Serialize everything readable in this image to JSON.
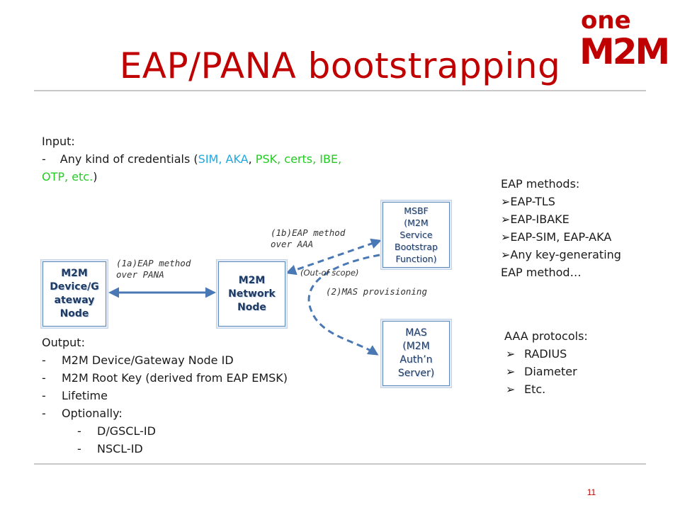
{
  "title": "EAP/PANA bootstrapping",
  "page_number": "11",
  "logo": {
    "text_top": "one",
    "text_bottom": "M2M"
  },
  "colors": {
    "title": "#c00000",
    "box_border": "#5b86b8",
    "arrow": "#4a78b5",
    "cyan": "#22a8e0",
    "green": "#22cc22"
  },
  "input": {
    "heading": "Input:",
    "dash": "-",
    "prefix": "Any kind of credentials (",
    "cred_cyan": "SIM, AKA",
    "comma": ", ",
    "cred_green_1": "PSK, certs, IBE,",
    "cred_green_2": "OTP, etc.",
    "suffix": ")"
  },
  "eap_methods": {
    "heading": "EAP methods:",
    "items": [
      "EAP-TLS",
      "EAP-IBAKE",
      "EAP-SIM, EAP-AKA",
      "Any key-generating"
    ],
    "tail": "EAP method…"
  },
  "aaa": {
    "heading": "AAA protocols:",
    "items": [
      "RADIUS",
      "Diameter",
      "Etc."
    ]
  },
  "output": {
    "heading": "Output:",
    "items": [
      "M2M Device/Gateway Node ID",
      "M2M Root Key (derived from EAP EMSK)",
      "Lifetime",
      "Optionally:"
    ],
    "subitems": [
      "D/GSCL-ID",
      "NSCL-ID"
    ]
  },
  "nodes": {
    "device": {
      "lines": [
        "M2M",
        "Device/G",
        "ateway",
        "Node"
      ]
    },
    "network": {
      "lines": [
        "M2M",
        "Network",
        "Node"
      ]
    },
    "msbf": {
      "lines": [
        "MSBF",
        "(M2M",
        "Service",
        "Bootstrap",
        "Function)"
      ]
    },
    "mas": {
      "lines": [
        "MAS",
        "(M2M",
        "Auth’n",
        "Server)"
      ]
    }
  },
  "labels": {
    "eap_over_pana": [
      "(1a)EAP method",
      "over PANA"
    ],
    "eap_over_aaa": [
      "(1b)EAP method",
      "over AAA"
    ],
    "out_of_scope": "(Out-of scope)",
    "mas_provisioning": "(2)MAS provisioning"
  }
}
